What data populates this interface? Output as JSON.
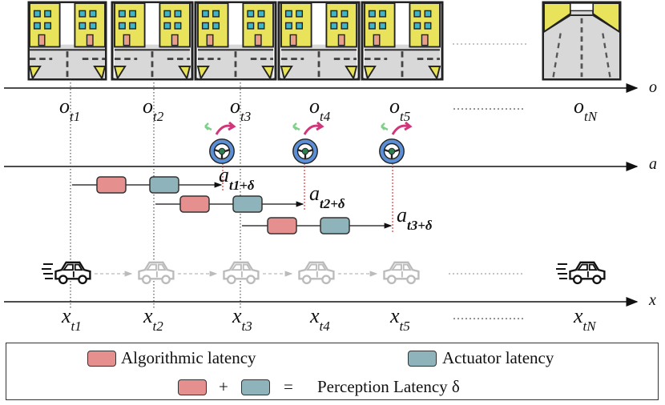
{
  "axes": {
    "o": "o",
    "a": "a",
    "x": "x"
  },
  "obs_labels": [
    {
      "base": "o",
      "sub": "t1"
    },
    {
      "base": "o",
      "sub": "t2"
    },
    {
      "base": "o",
      "sub": "t3"
    },
    {
      "base": "o",
      "sub": "t4"
    },
    {
      "base": "o",
      "sub": "t5"
    },
    {
      "base": "o",
      "sub": "tN"
    }
  ],
  "action_labels": [
    {
      "base": "a",
      "sub": "t1+δ"
    },
    {
      "base": "a",
      "sub": "t2+δ"
    },
    {
      "base": "a",
      "sub": "t3+δ"
    }
  ],
  "state_labels": [
    {
      "base": "x",
      "sub": "t1"
    },
    {
      "base": "x",
      "sub": "t2"
    },
    {
      "base": "x",
      "sub": "t3"
    },
    {
      "base": "x",
      "sub": "t4"
    },
    {
      "base": "x",
      "sub": "t5"
    },
    {
      "base": "x",
      "sub": "tN"
    }
  ],
  "ellipsis": "..................",
  "legend": {
    "algorithmic": "Algorithmic latency",
    "actuator": "Actuator latency",
    "plus": "+",
    "equals": "=",
    "perception": "Perception Latency δ"
  },
  "colors": {
    "algorithmic": "#e68f8f",
    "actuator": "#8fb3ba",
    "building": "#e8e35a",
    "road": "#d8d8d8",
    "wheel": "#5b8fd6",
    "arrow_turn": "#d0367a",
    "arrow_alt": "#7fd08a",
    "guide_red": "#e23a3a"
  },
  "icons": [
    "street-scene-icon",
    "steering-wheel-icon",
    "car-icon"
  ]
}
